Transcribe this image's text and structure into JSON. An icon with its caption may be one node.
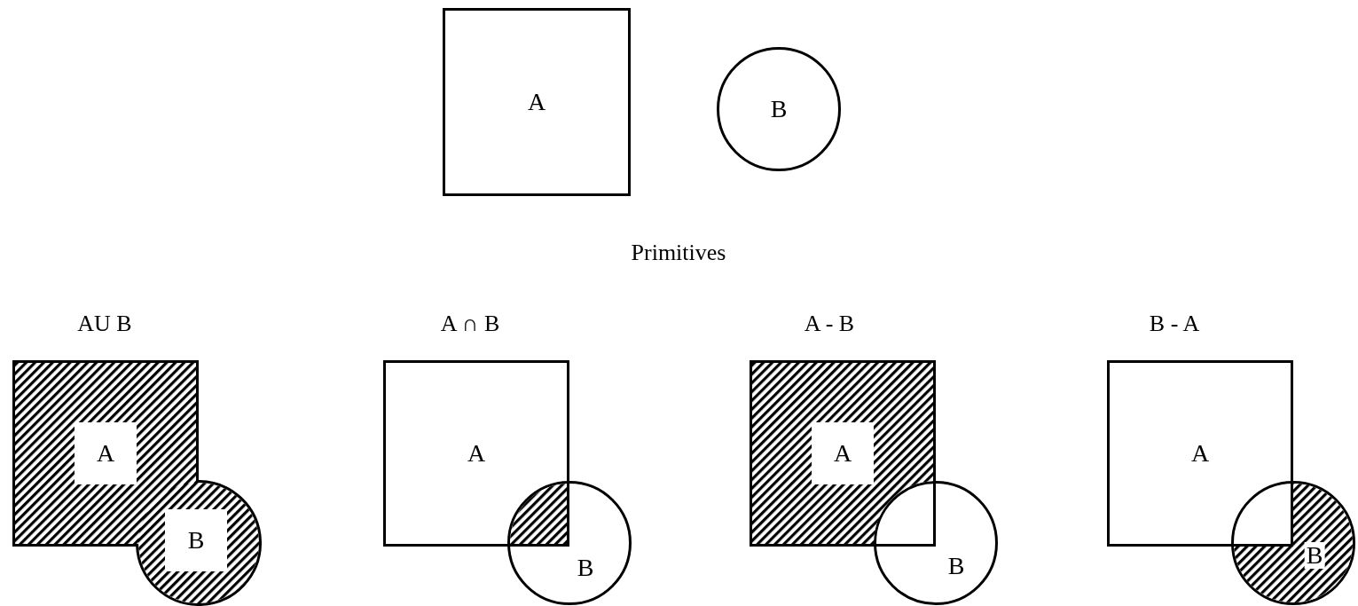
{
  "diagram": {
    "nodes": [
      {
        "text": [
          "A"
        ]
      },
      {
        "text": [
          "B"
        ]
      },
      {
        "text": [
          "A"
        ]
      },
      {
        "text": [
          "B"
        ]
      },
      {
        "text": [
          "A"
        ]
      },
      {
        "text": [
          "B"
        ]
      },
      {
        "text": [
          "A"
        ]
      },
      {
        "text": [
          "B"
        ]
      },
      {
        "text": [
          "A"
        ]
      },
      {
        "text": [
          "B"
        ]
      }
    ],
    "labels": [
      "Primitives",
      "AU B",
      "A ∩ B",
      "A - B",
      "B - A"
    ]
  }
}
